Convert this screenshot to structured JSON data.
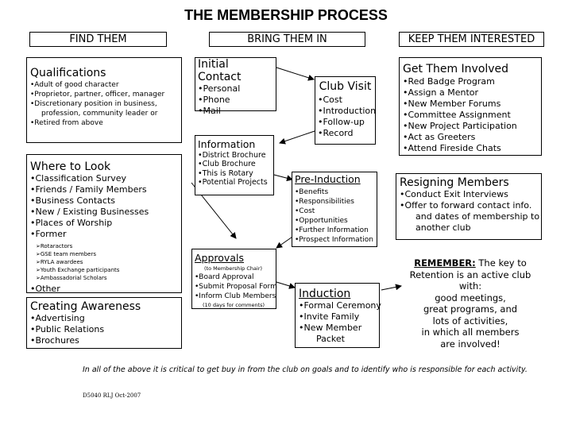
{
  "title": "THE MEMBERSHIP PROCESS",
  "columns": {
    "find": "FIND THEM",
    "bring": "BRING THEM IN",
    "keep": "KEEP THEM INTERESTED"
  },
  "qualifications": {
    "heading": "Qualifications",
    "items": [
      "•Adult of good character",
      "•Proprietor, partner, officer, manager",
      "•Discretionary position in business,",
      "profession, community leader or",
      "•Retired from above"
    ]
  },
  "where_to_look": {
    "heading": "Where to Look",
    "items": [
      "•Classification Survey",
      "•Friends / Family Members",
      "•Business Contacts",
      "•New / Existing Businesses",
      "•Places of Worship",
      "•Former"
    ],
    "sub_items": [
      "➢Rotaractors",
      "➢GSE team members",
      "➢RYLA awardees",
      "➢Youth Exchange participants",
      "➢Ambassadorial Scholars"
    ],
    "other": "•Other"
  },
  "creating_awareness": {
    "heading": "Creating Awareness",
    "items": [
      "•Advertising",
      "•Public Relations",
      "•Brochures"
    ]
  },
  "initial_contact": {
    "heading": "Initial Contact",
    "items": [
      "•Personal",
      "•Phone",
      "•Mail"
    ]
  },
  "club_visit": {
    "heading": "Club Visit",
    "items": [
      "•Cost",
      "•Introduction",
      "•Follow-up",
      "•Record"
    ]
  },
  "information": {
    "heading": "Information",
    "items": [
      "•District Brochure",
      "•Club Brochure",
      "•This is Rotary",
      "•Potential Projects"
    ]
  },
  "pre_induction": {
    "heading": "Pre-Induction",
    "items": [
      "•Benefits",
      "•Responsibilities",
      "•Cost",
      "•Opportunities",
      "•Further Information",
      "•Prospect Information"
    ]
  },
  "approvals": {
    "heading": "Approvals",
    "note_top": "(to Membership Chair)",
    "items": [
      "•Board Approval",
      "•Submit Proposal Form",
      "•Inform Club Members"
    ],
    "note_bottom": "(10 days for comments)"
  },
  "induction": {
    "heading": "Induction",
    "items": [
      "•Formal Ceremony",
      "•Invite Family",
      "•New Member"
    ],
    "last": "Packet"
  },
  "get_them_involved": {
    "heading": "Get Them Involved",
    "items": [
      "•Red Badge Program",
      "•Assign a Mentor",
      "•New Member Forums",
      "•Committee Assignment",
      "•New Project Participation",
      "•Act as Greeters",
      "•Attend Fireside Chats"
    ]
  },
  "resigning_members": {
    "heading": "Resigning Members",
    "items": [
      "•Conduct Exit Interviews",
      "•Offer to forward contact info."
    ],
    "cont": [
      "and dates of membership to",
      "another club"
    ]
  },
  "remember": {
    "label": "REMEMBER:",
    "lines": [
      "The key to",
      "Retention is an active club with:",
      "good meetings,",
      "great programs, and",
      "lots of activities,",
      "in which all members",
      "are involved!"
    ]
  },
  "footer": "In all of the above it is critical to get buy in from the club on goals and to identify who is responsible for each activity.",
  "code": "D5040 RLJ Oct-2007"
}
